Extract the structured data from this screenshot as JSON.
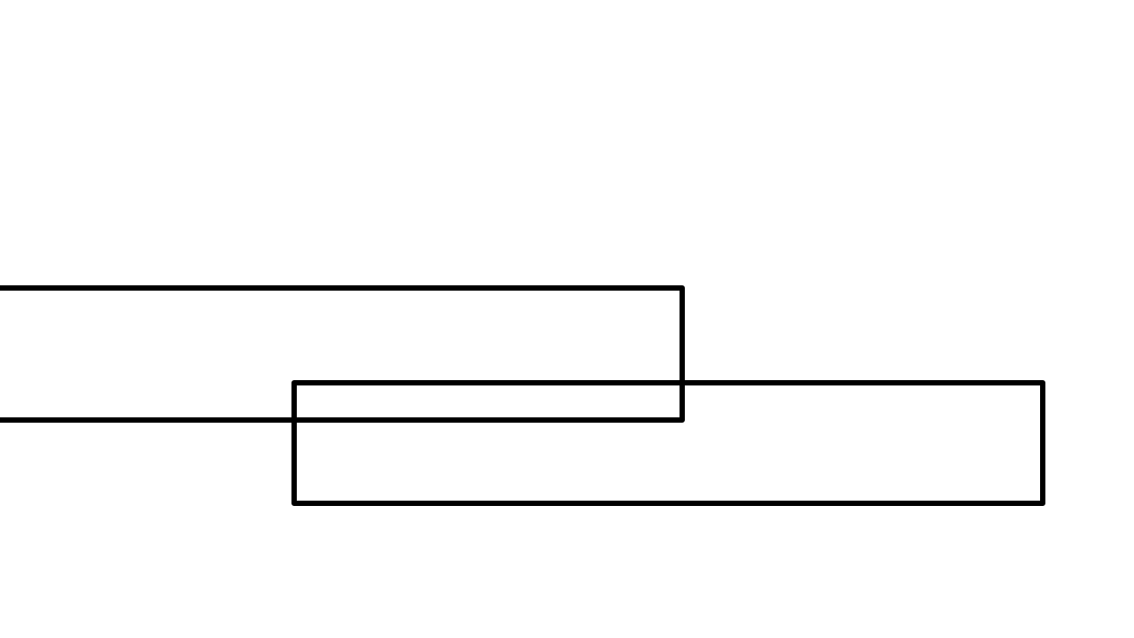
{
  "canvas": {
    "background_color": "#ffffff",
    "stroke_color": "#000000",
    "shapes": [
      {
        "name": "rectangle-upper-left",
        "type": "rectangle"
      },
      {
        "name": "rectangle-lower-right",
        "type": "rectangle"
      }
    ]
  }
}
